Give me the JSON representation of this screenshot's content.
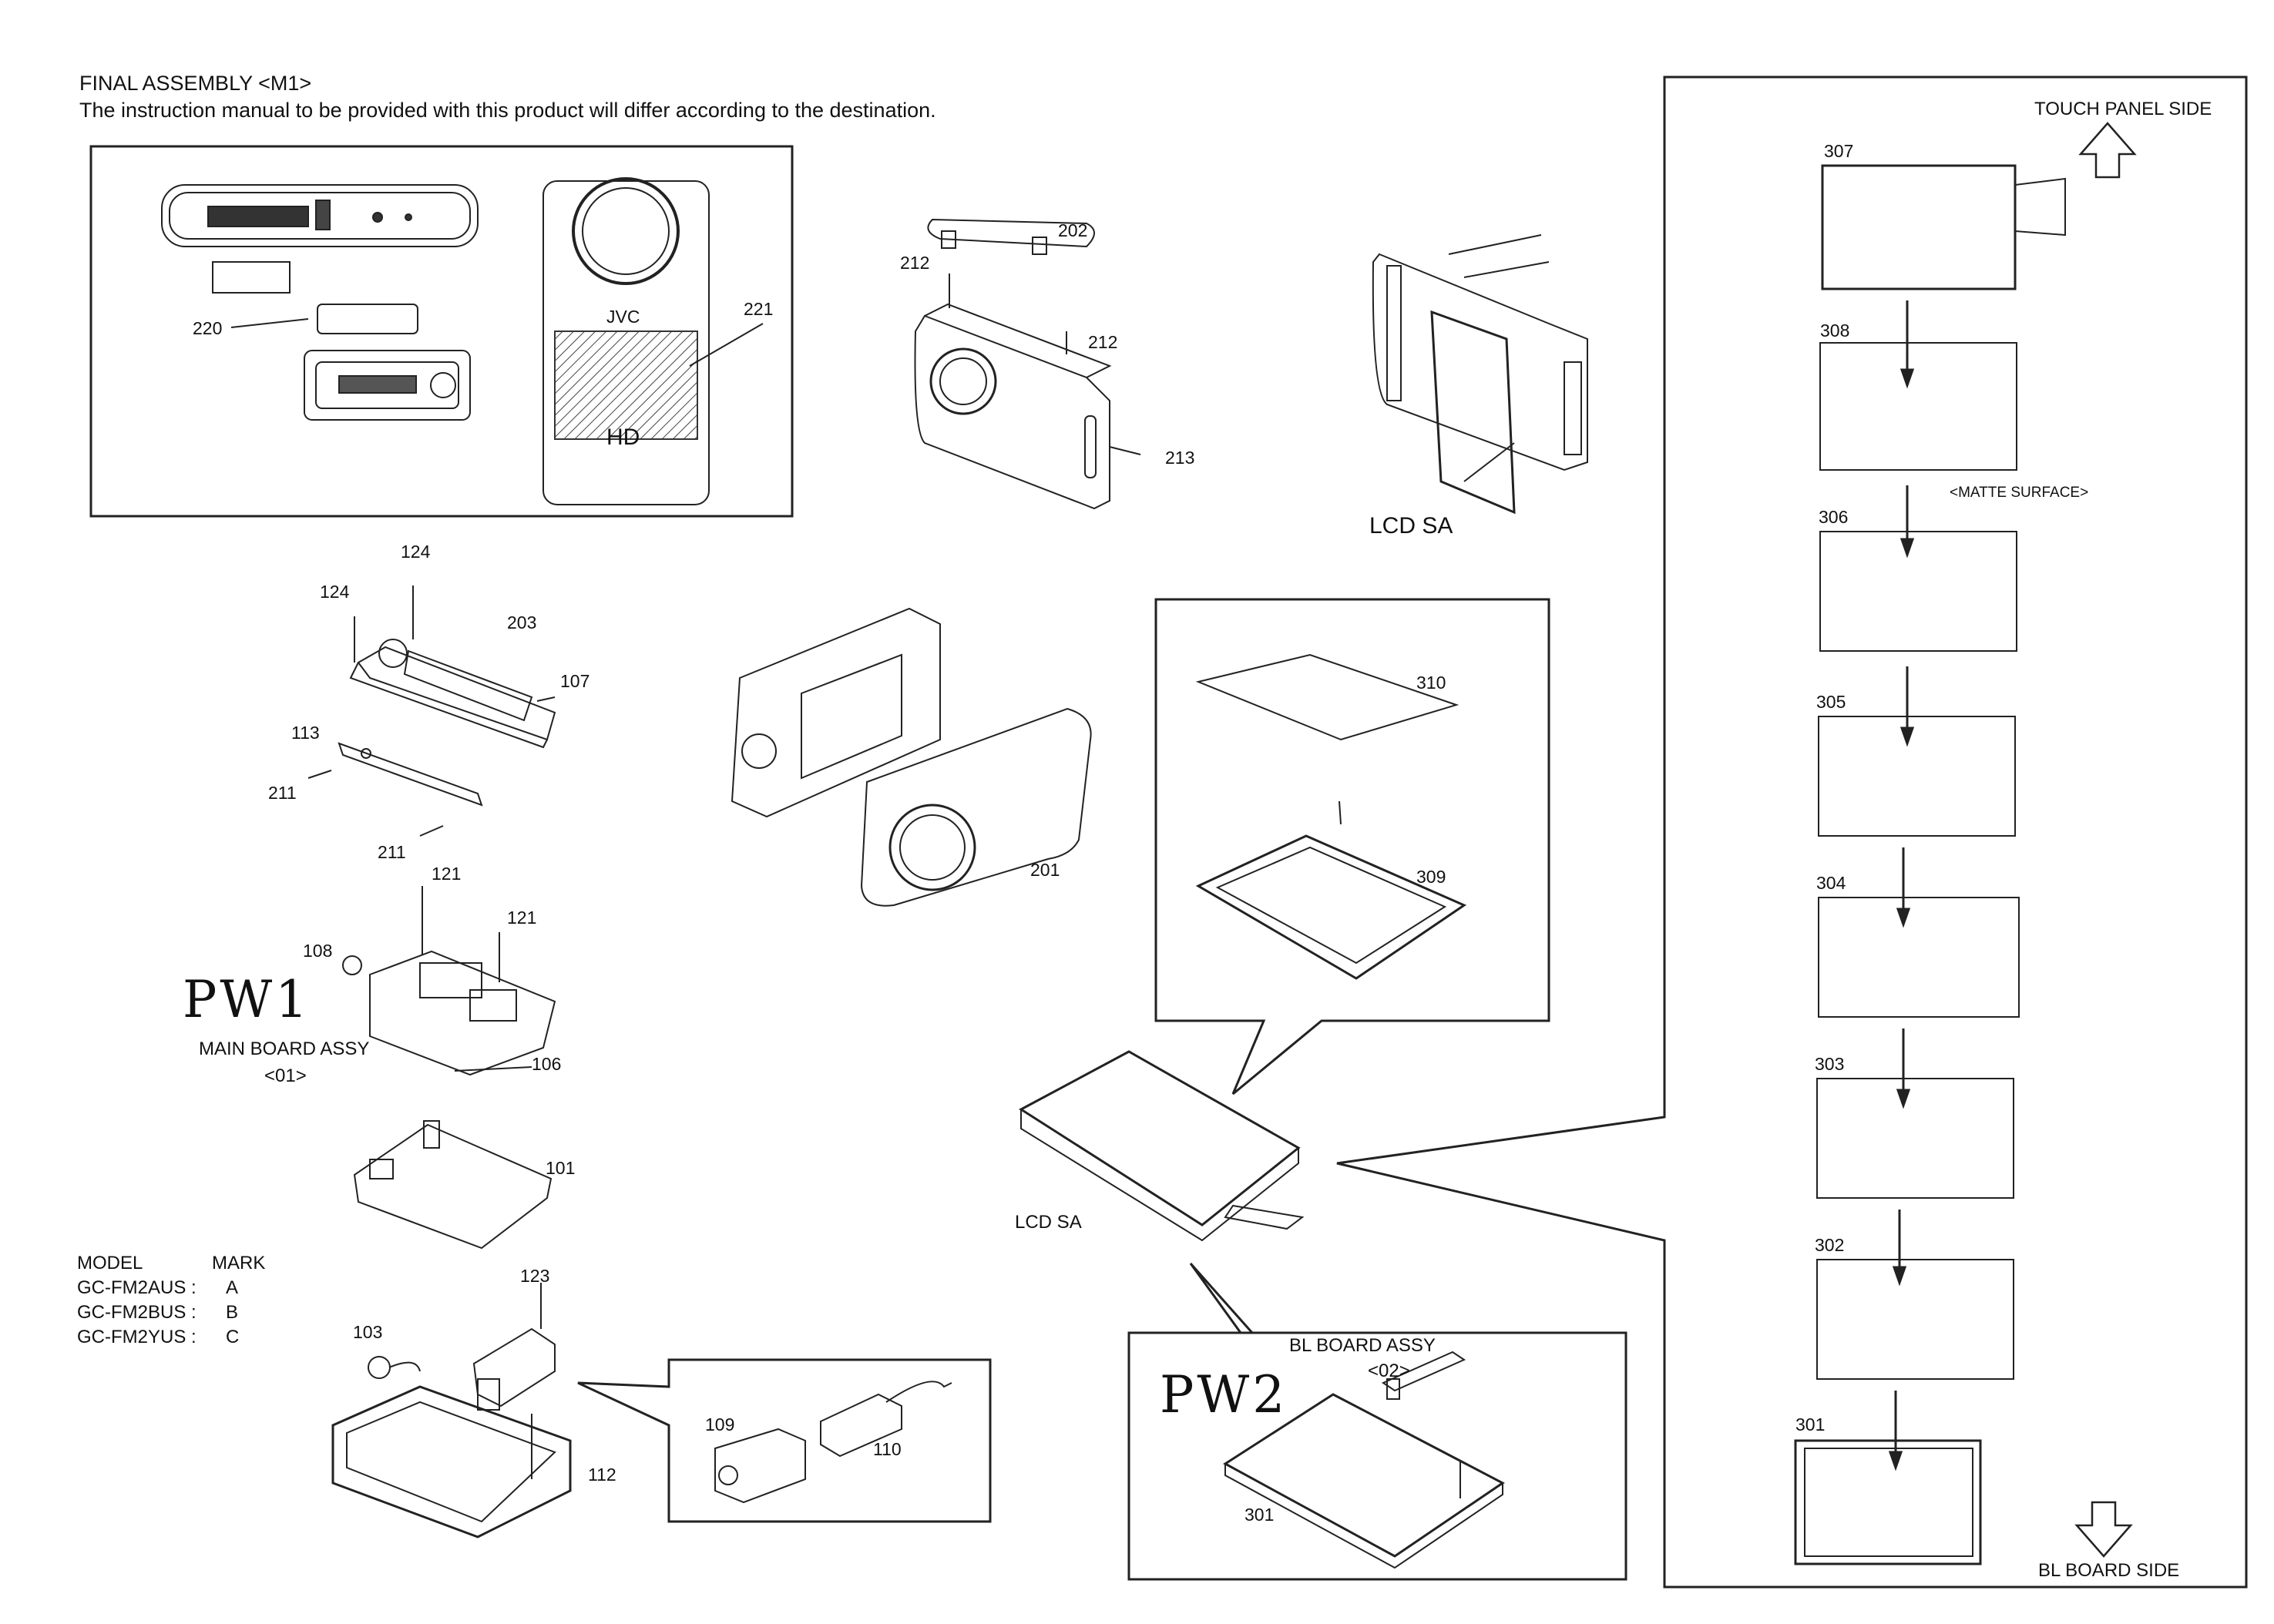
{
  "header": {
    "title": "FINAL ASSEMBLY <M1>",
    "note": "The instruction manual to be provided with this product will differ according to the destination."
  },
  "labels": {
    "lcd_sa_top": "LCD SA",
    "lcd_sa_bottom": "LCD SA",
    "pw1": "PW1",
    "main_board_assy": "MAIN BOARD ASSY",
    "main_board_code": "<01>",
    "pw2": "PW2",
    "bl_board_assy": "BL BOARD ASSY",
    "bl_board_code": "<02>",
    "touch_panel_side": "TOUCH PANEL SIDE",
    "bl_board_side": "BL BOARD SIDE",
    "matte_surface": "<MATTE SURFACE>",
    "jvc": "JVC",
    "hd": "HD"
  },
  "model_table": {
    "headers": [
      "MODEL",
      "MARK"
    ],
    "rows": [
      {
        "model": "GC-FM2AUS :",
        "mark": "A"
      },
      {
        "model": "GC-FM2BUS :",
        "mark": "B"
      },
      {
        "model": "GC-FM2YUS :",
        "mark": "C"
      }
    ]
  },
  "parts": {
    "p220": "220",
    "p221": "221",
    "p202": "202",
    "p212a": "212",
    "p212b": "212",
    "p213": "213",
    "p124a": "124",
    "p124b": "124",
    "p203": "203",
    "p107": "107",
    "p113": "113",
    "p211a": "211",
    "p211b": "211",
    "p121a": "121",
    "p121b": "121",
    "p108": "108",
    "p106": "106",
    "p101": "101",
    "p201": "201",
    "p123": "123",
    "p103": "103",
    "p112": "112",
    "p109": "109",
    "p110": "110",
    "p310": "310",
    "p309": "309",
    "p301b": "301"
  },
  "stack": [
    {
      "label": "307"
    },
    {
      "label": "308"
    },
    {
      "label": "306"
    },
    {
      "label": "305"
    },
    {
      "label": "304"
    },
    {
      "label": "303"
    },
    {
      "label": "302"
    },
    {
      "label": "301"
    }
  ]
}
